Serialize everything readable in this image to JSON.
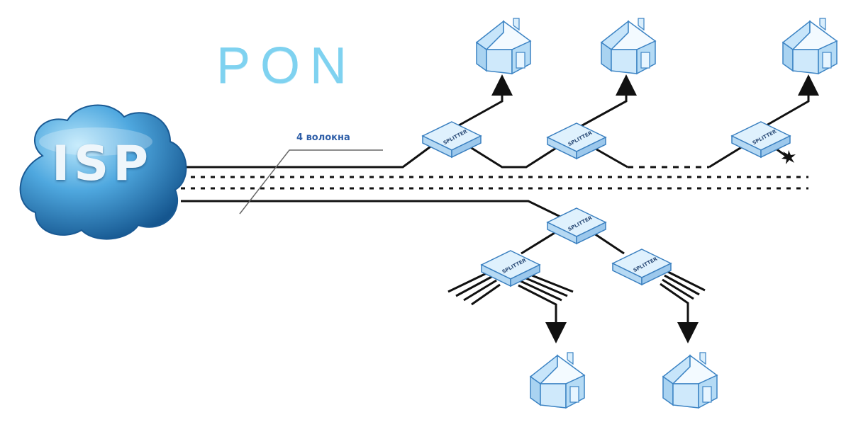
{
  "title": "PON",
  "isp_label": "ISP",
  "fiber_label": "4 волокна",
  "splitter_label": "SPLITTER",
  "colors": {
    "title": "#7fd2f0",
    "cloud_light": "#8fd3f5",
    "cloud_dark": "#1f6fb3",
    "fiber_line": "#111111",
    "label_blue": "#2f5fa8",
    "house_fill": "#d6ecfb",
    "house_stroke": "#3d84c4"
  },
  "icons": [
    "cloud-icon",
    "splitter-icon",
    "house-icon",
    "arrow-icon",
    "break-star-icon"
  ]
}
